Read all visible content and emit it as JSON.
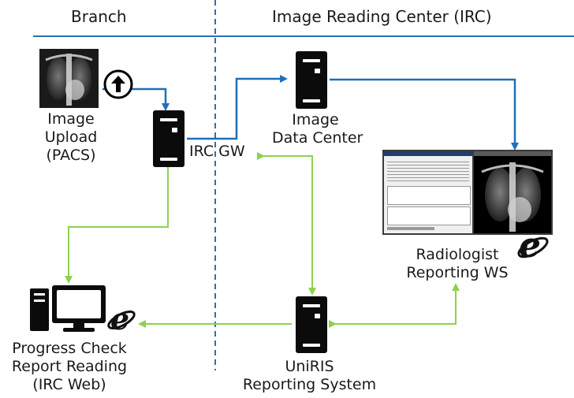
{
  "header": {
    "branch": "Branch",
    "irc": "Image Reading Center (IRC)"
  },
  "nodes": {
    "image_upload": [
      "Image",
      "Upload",
      "(PACS)"
    ],
    "irc_gw": "IRC GW",
    "image_data_center": [
      "Image",
      "Data Center"
    ],
    "radiologist_ws": [
      "Radiologist",
      "Reporting WS"
    ],
    "uniris": [
      "UniRIS",
      "Reporting System"
    ],
    "progress_check": [
      "Progress Check",
      "Report Reading",
      "(IRC Web)"
    ]
  },
  "colors": {
    "blue_flow": "#1f6fb8",
    "green_flow": "#8fd14f",
    "divider": "#2e6fb3"
  },
  "icons": {
    "upload": "upload-arrow-circle-icon",
    "server": "server-tower-icon",
    "browser": "internet-explorer-icon",
    "workstation": "desktop-computer-icon"
  }
}
